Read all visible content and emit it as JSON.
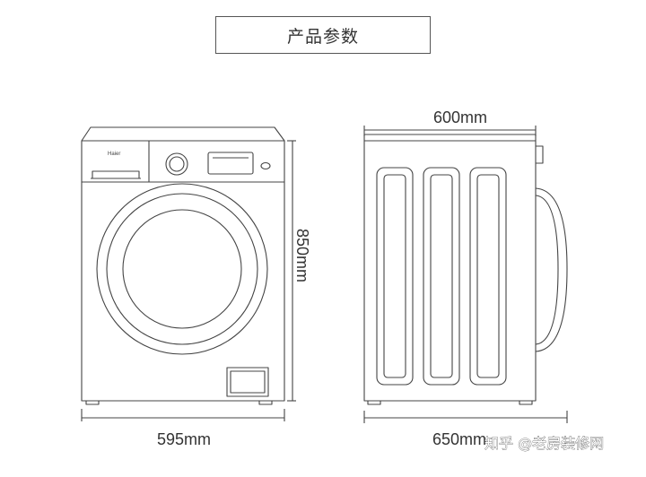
{
  "title": "产品参数",
  "dimensions": {
    "width_front": "595mm",
    "height": "850mm",
    "depth_body": "600mm",
    "depth_total": "650mm"
  },
  "brand_mark": "Haier",
  "watermark": "知乎 @老房装修网",
  "colors": {
    "line": "#444444",
    "text": "#333333",
    "background": "#ffffff"
  }
}
